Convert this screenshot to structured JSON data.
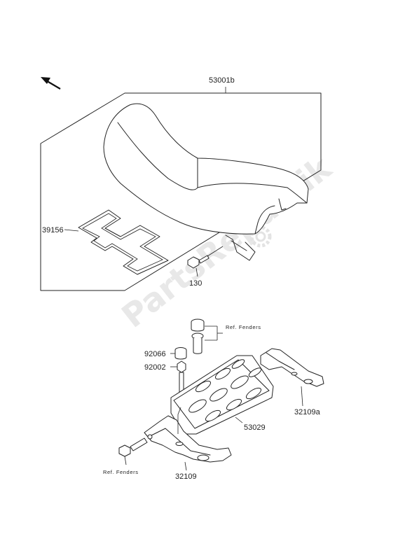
{
  "watermark": "PartsRepublik",
  "labels": {
    "seat_assy": "53001b",
    "seat_pad": "39156",
    "bolt_130": "130",
    "ref_fenders_top": "Ref. Fenders",
    "cap_92066": "92066",
    "bolt_92002": "92002",
    "carrier_53029": "53029",
    "bracket_32109a": "32109a",
    "ref_fenders_bottom": "Ref. Fenders",
    "bracket_32109": "32109"
  },
  "icons": {
    "direction_arrow": "arrow-up-left-icon",
    "watermark_gear": "gear-icon"
  }
}
